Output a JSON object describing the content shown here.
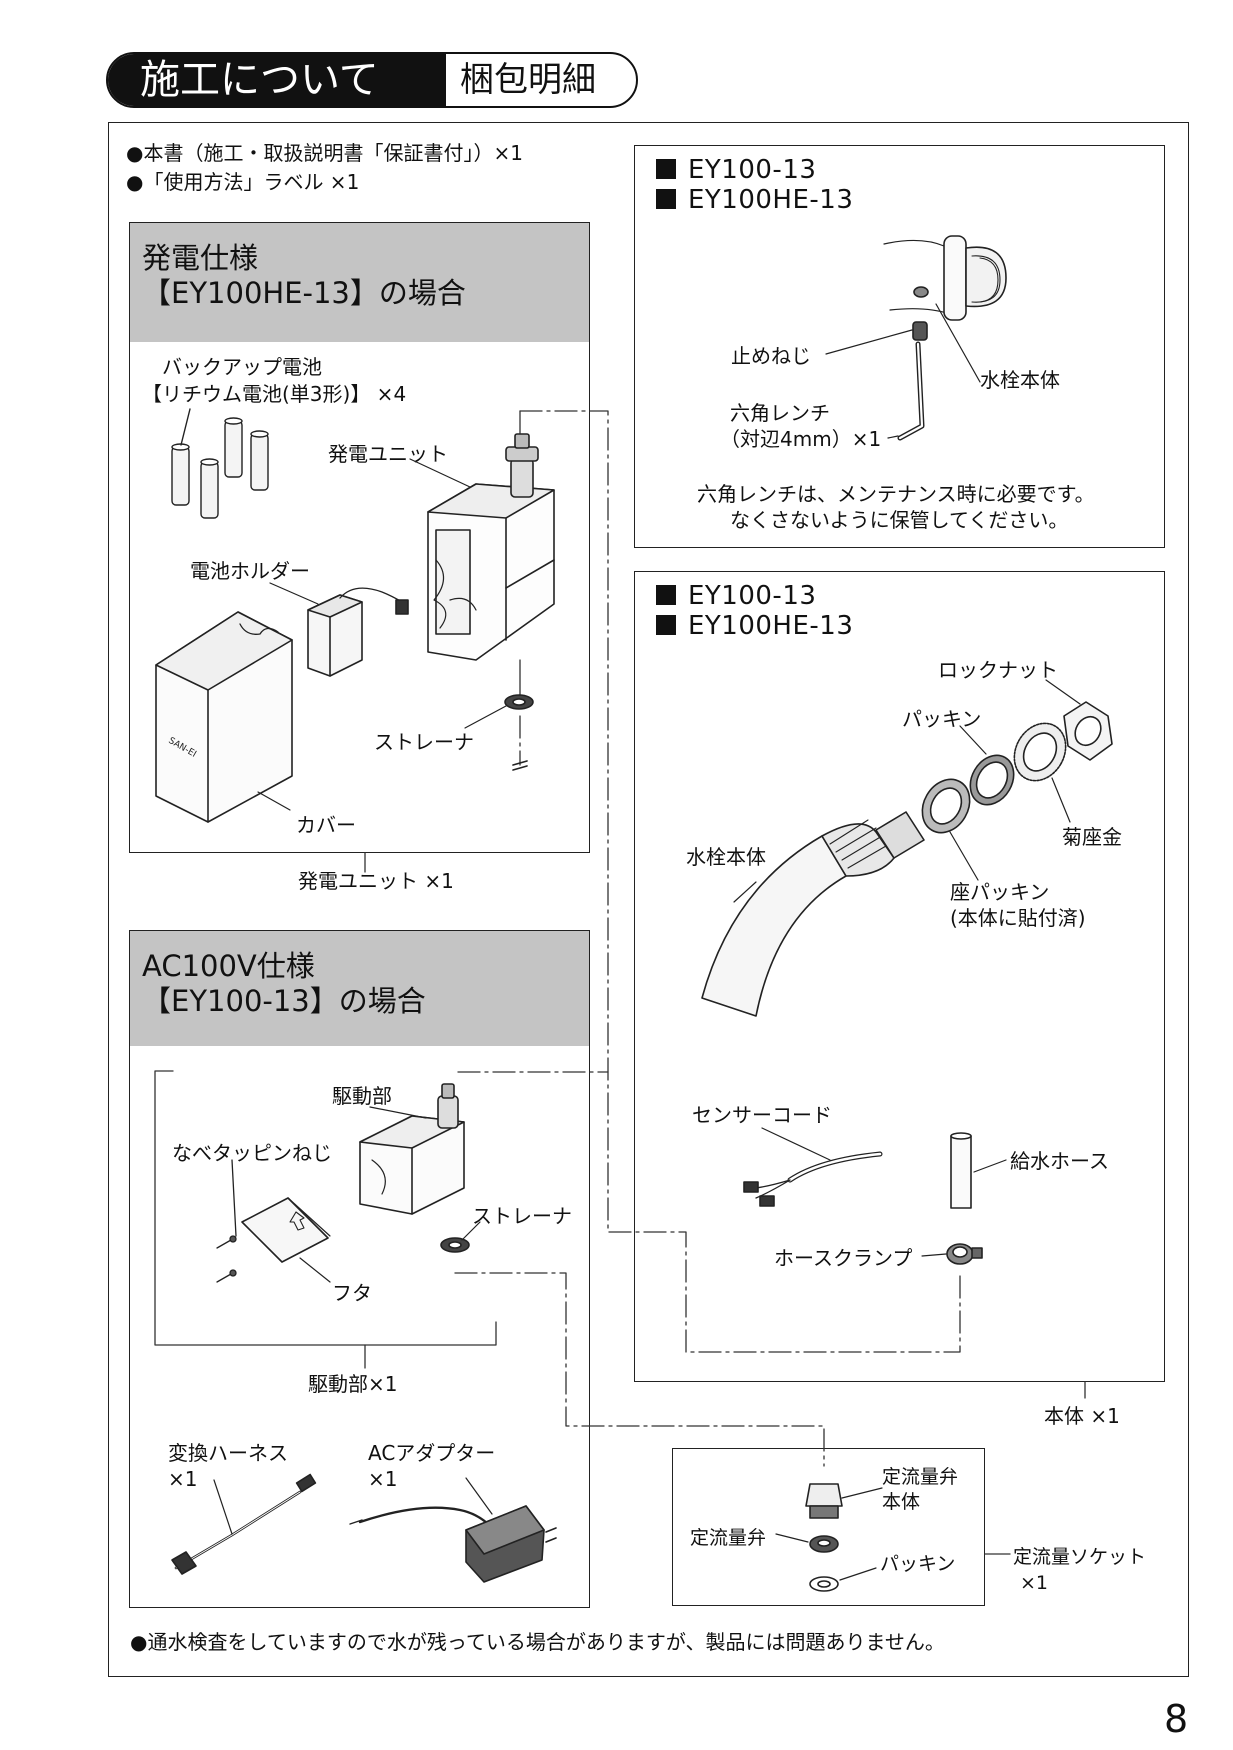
{
  "header": {
    "title": "施工について",
    "subtitle": "梱包明細"
  },
  "intro": [
    "●本書（施工・取扱説明書「保証書付」）×1",
    "●「使用方法」ラベル ×1"
  ],
  "gen_spec": {
    "heading_line1": "発電仕様",
    "heading_line2": "【EY100HE-13】の場合",
    "battery_line1": "バックアップ電池",
    "battery_line2": "【リチウム電池(単3形)】 ×4",
    "gen_unit": "発電ユニット",
    "battery_holder": "電池ホルダー",
    "strainer": "ストレーナ",
    "cover": "カバー",
    "caption": "発電ユニット ×1",
    "cover_brand": "SAN-EI"
  },
  "ac_spec": {
    "heading_line1": "AC100V仕様",
    "heading_line2": "【EY100-13】の場合",
    "drive_unit": "駆動部",
    "screw": "なべタッピンねじ",
    "strainer": "ストレーナ",
    "lid": "フタ",
    "caption": "駆動部×1",
    "harness_line1": "変換ハーネス",
    "harness_line2": "×1",
    "adapter_line1": "ACアダプター",
    "adapter_line2": "×1"
  },
  "tool_box": {
    "models": [
      "EY100-13",
      "EY100HE-13"
    ],
    "set_screw": "止めねじ",
    "faucet_body": "水栓本体",
    "wrench_line1": "六角レンチ",
    "wrench_line2": "（対辺4mm）×1",
    "note_line1": "六角レンチは、メンテナンス時に必要です。",
    "note_line2": "なくさないように保管してください。"
  },
  "body_box": {
    "models": [
      "EY100-13",
      "EY100HE-13"
    ],
    "lock_nut": "ロックナット",
    "packing": "パッキン",
    "faucet_body": "水栓本体",
    "washer": "菊座金",
    "seat_packing_line1": "座パッキン",
    "seat_packing_line2": "(本体に貼付済)",
    "sensor_cord": "センサーコード",
    "supply_hose": "給水ホース",
    "hose_clamp": "ホースクランプ",
    "caption": "本体 ×1"
  },
  "flow_box": {
    "valve_body_line1": "定流量弁",
    "valve_body_line2": "本体",
    "valve": "定流量弁",
    "packing": "パッキン",
    "socket_line1": "定流量ソケット",
    "socket_line2": "×1"
  },
  "footer_note": "●通水検査をしていますので水が残っている場合がありますが、製品には問題ありません。",
  "page_number": "8"
}
